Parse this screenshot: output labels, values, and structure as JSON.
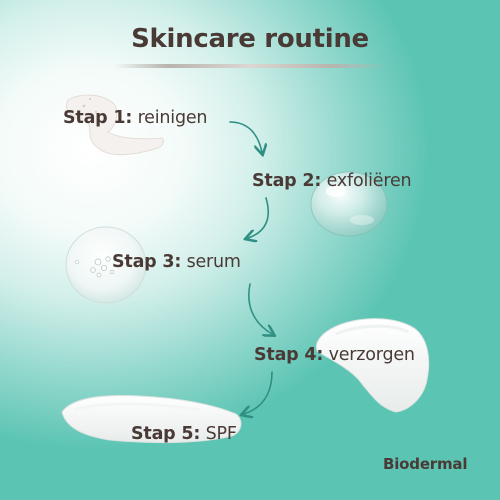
{
  "title": "Skincare routine",
  "steps": [
    {
      "label": "Stap 1",
      "sep": ":",
      "name": "reinigen"
    },
    {
      "label": "Stap 2",
      "sep": ":",
      "name": "exfoliëren"
    },
    {
      "label": "Stap 3",
      "sep": ":",
      "name": "serum"
    },
    {
      "label": "Stap 4",
      "sep": ":",
      "name": "verzorgen"
    },
    {
      "label": "Stap 5",
      "sep": ":",
      "name": "SPF"
    }
  ],
  "brand": "Biodermal",
  "colors": {
    "text": "#4a3a36",
    "accent": "#2f8f82",
    "background": "#5bc4b3"
  }
}
